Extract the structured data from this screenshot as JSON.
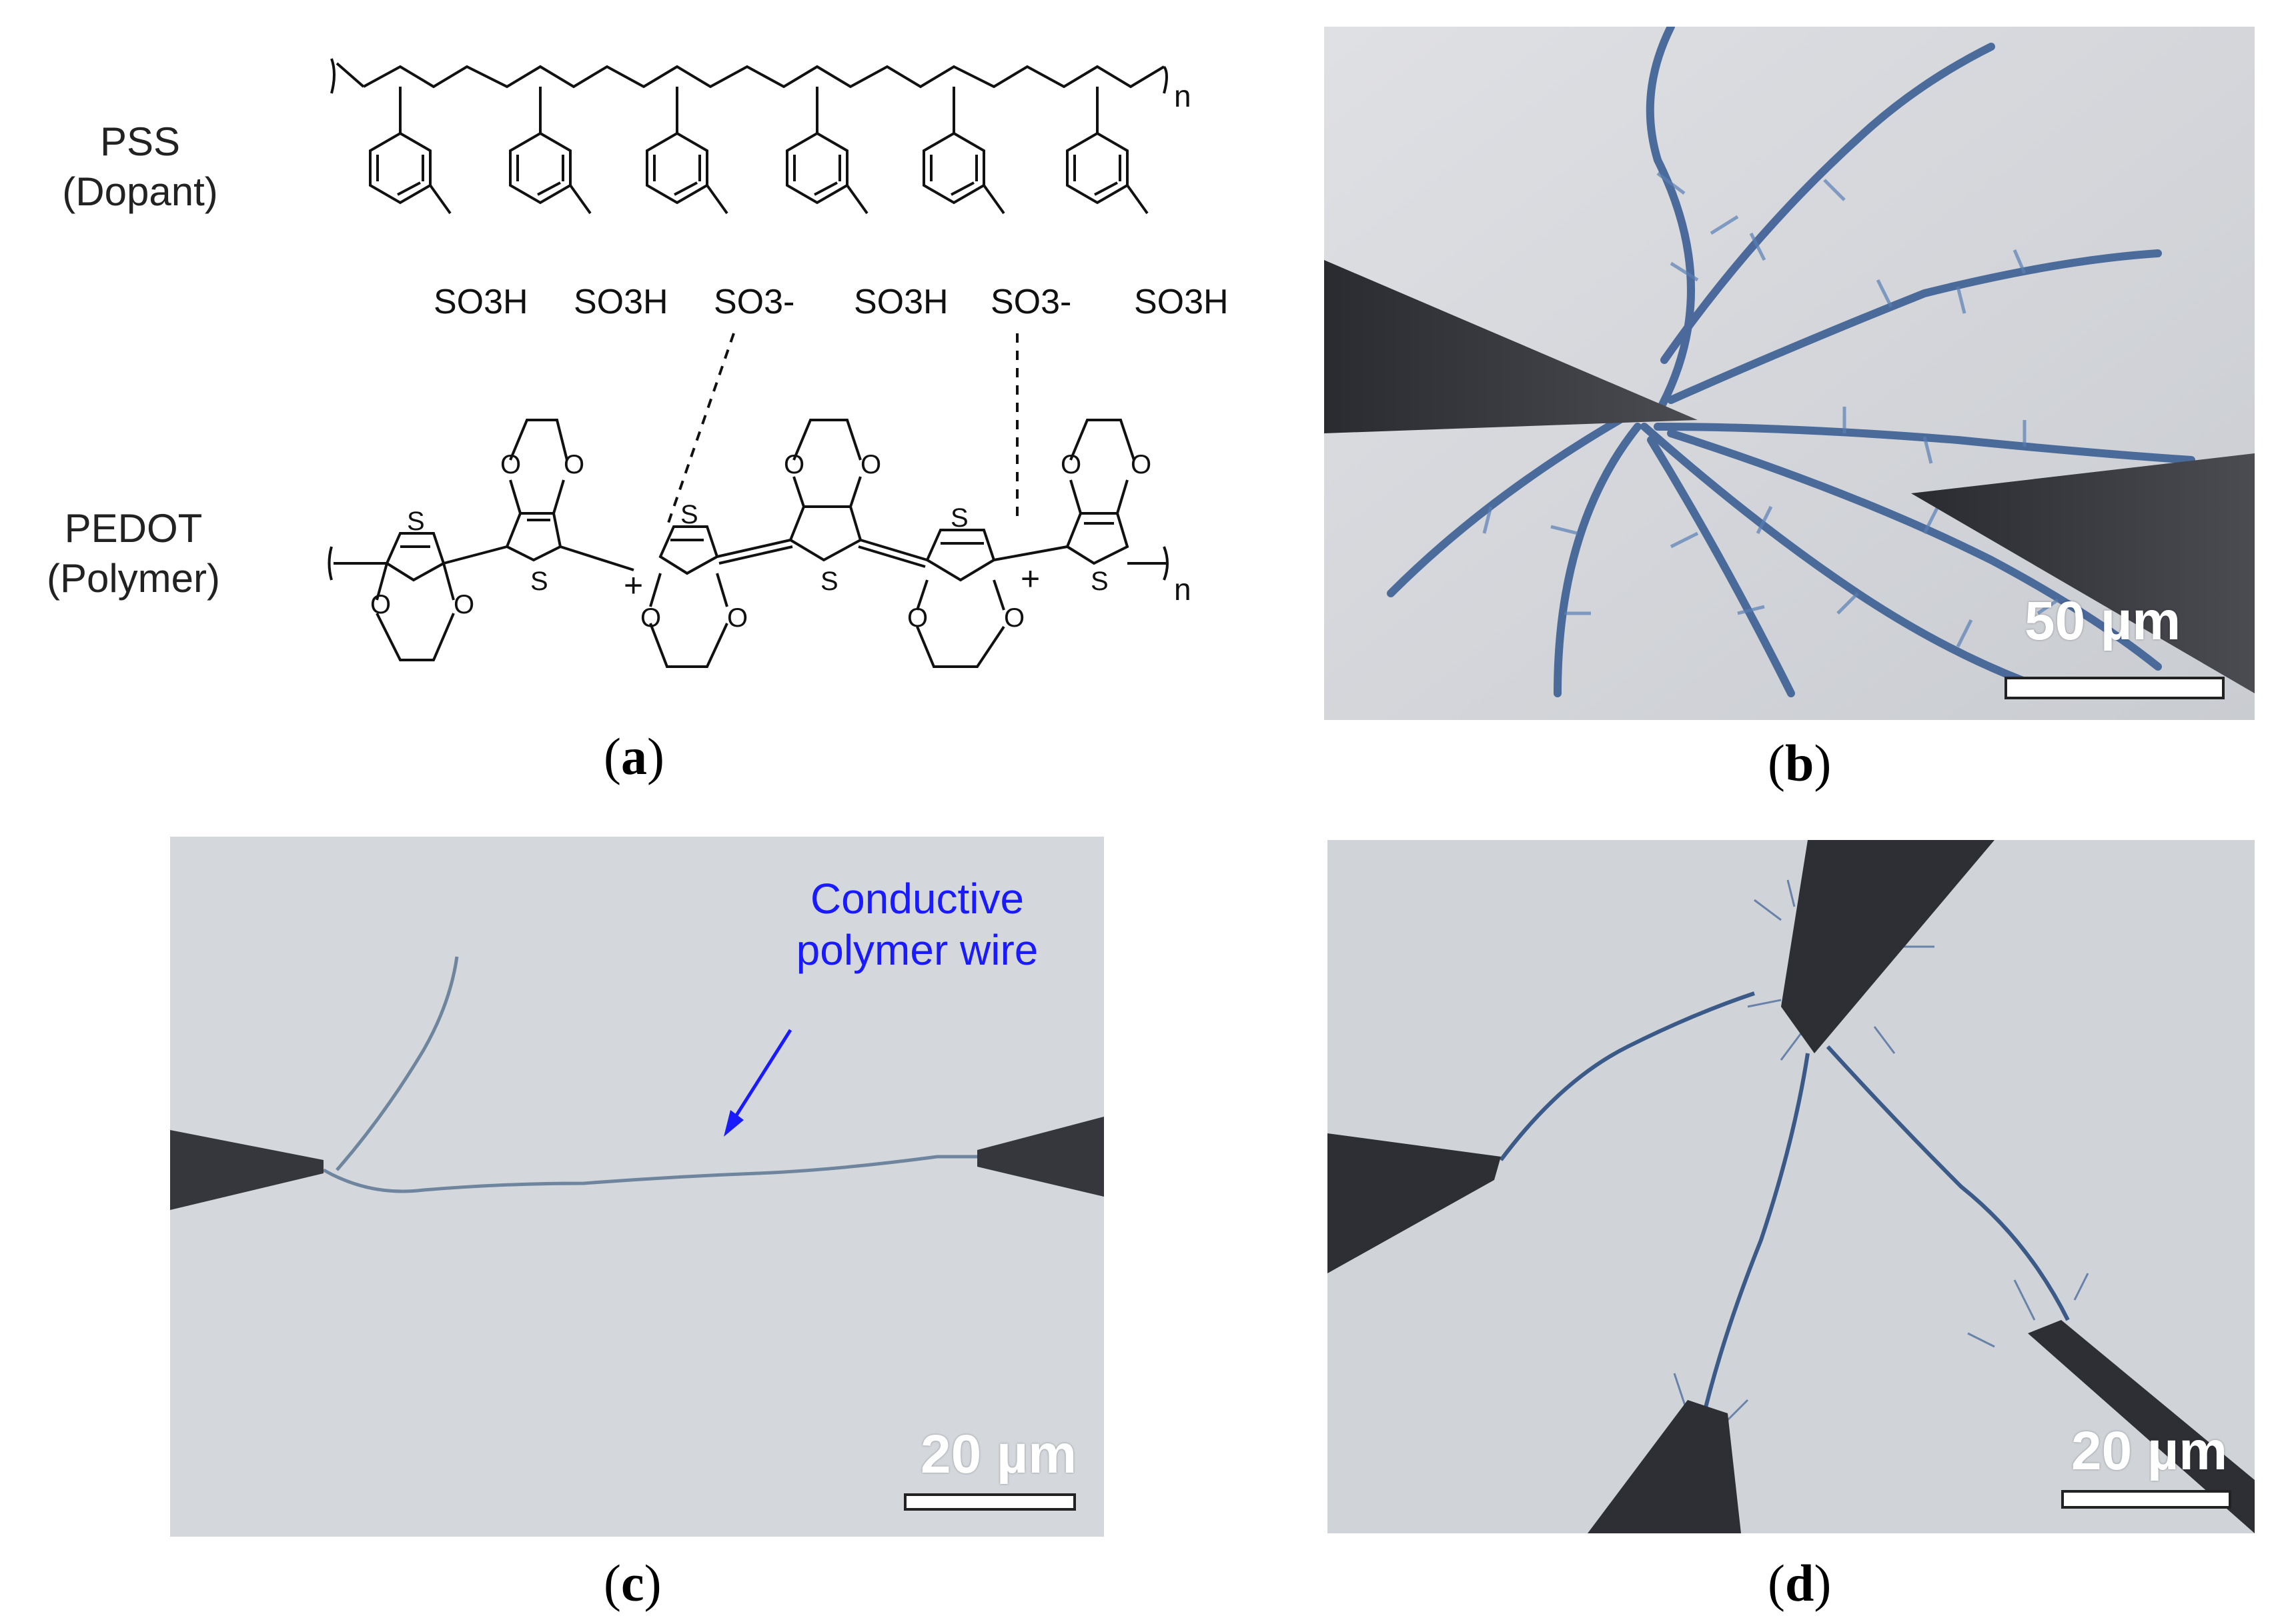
{
  "panel_a": {
    "pss_label": "PSS",
    "pss_sublabel": "(Dopant)",
    "pedot_label": "PEDOT",
    "pedot_sublabel": "(Polymer)",
    "sulfonic_acid": "SO3H",
    "sulfonate": "SO3-",
    "repeat_unit": "n",
    "sulfur": "S",
    "oxygen": "O",
    "charge": "+",
    "caption_letter": "a"
  },
  "panel_b": {
    "scale_text": "50 µm",
    "caption_letter": "b"
  },
  "panel_c": {
    "annotation": "Conductive polymer wire",
    "annotation_line1": "Conductive",
    "annotation_line2": "polymer wire",
    "scale_text": "20 µm",
    "caption_letter": "c",
    "annotation_color": "#1a1aff"
  },
  "panel_d": {
    "scale_text": "20 µm",
    "caption_letter": "d"
  }
}
